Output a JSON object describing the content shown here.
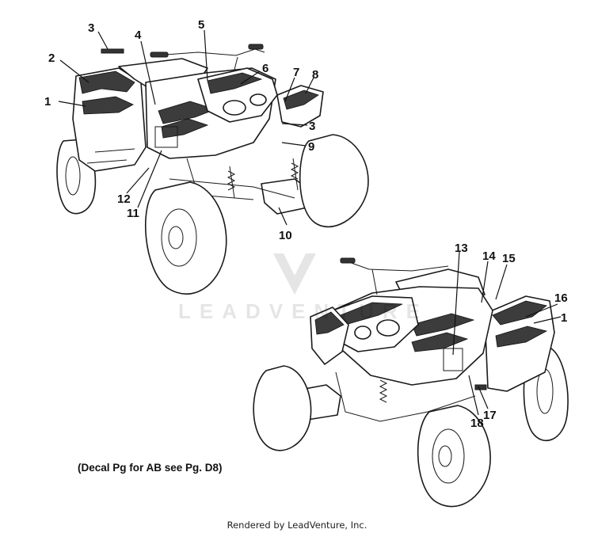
{
  "watermark": {
    "text": "LEADVENTURE"
  },
  "note": "(Decal Pg for AB see Pg. D8)",
  "credit": "Rendered by LeadVenture, Inc.",
  "callouts": {
    "c1a": "1",
    "c2": "2",
    "c3a": "3",
    "c4": "4",
    "c5": "5",
    "c6": "6",
    "c7": "7",
    "c8": "8",
    "c3b": "3",
    "c9": "9",
    "c10": "10",
    "c11": "11",
    "c12": "12",
    "c13": "13",
    "c14": "14",
    "c15": "15",
    "c16": "16",
    "c1b": "1",
    "c17": "17",
    "c18": "18"
  },
  "colors": {
    "ink": "#1a1a1a",
    "decal": "#3c3c3c",
    "watermark": "#d6d6d6"
  }
}
